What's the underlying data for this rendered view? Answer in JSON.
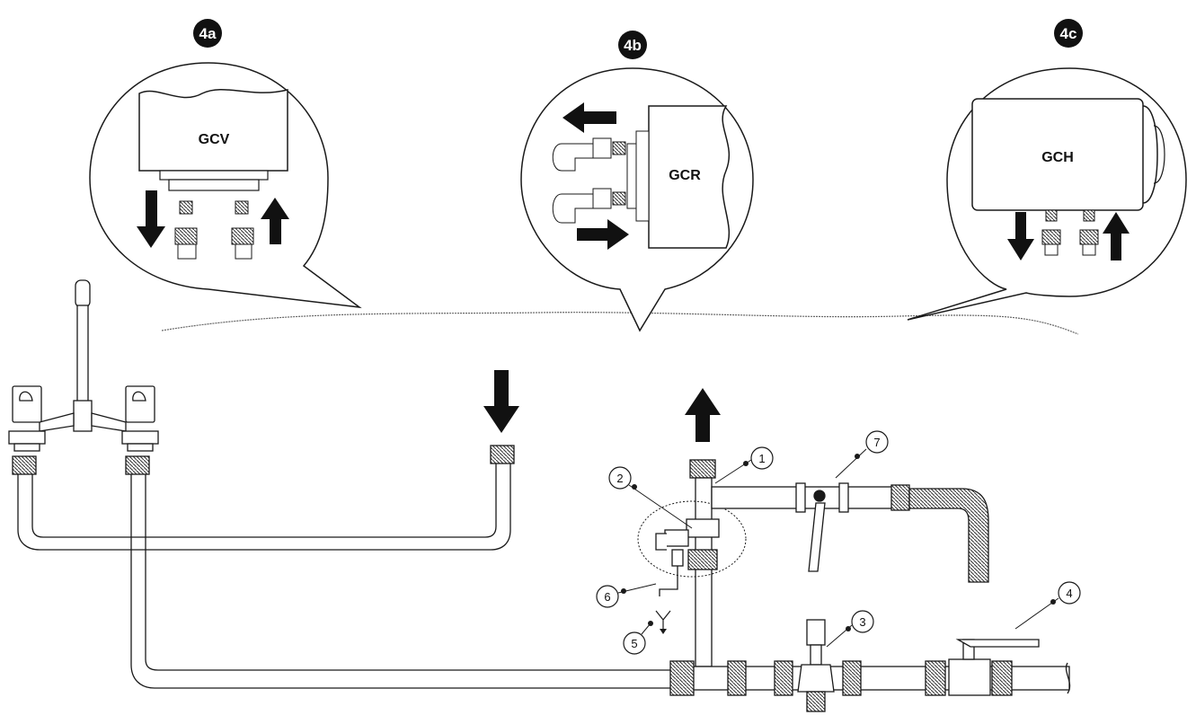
{
  "callouts": [
    {
      "badge": "4a",
      "model": "GCV"
    },
    {
      "badge": "4b",
      "model": "GCR"
    },
    {
      "badge": "4c",
      "model": "GCH"
    }
  ],
  "parts": [
    "1",
    "2",
    "3",
    "4",
    "5",
    "6",
    "7"
  ],
  "colors": {
    "line": "#1a1a1a",
    "fill": "#ffffff",
    "arrow": "#111111",
    "shade": "#d8d8d8"
  }
}
